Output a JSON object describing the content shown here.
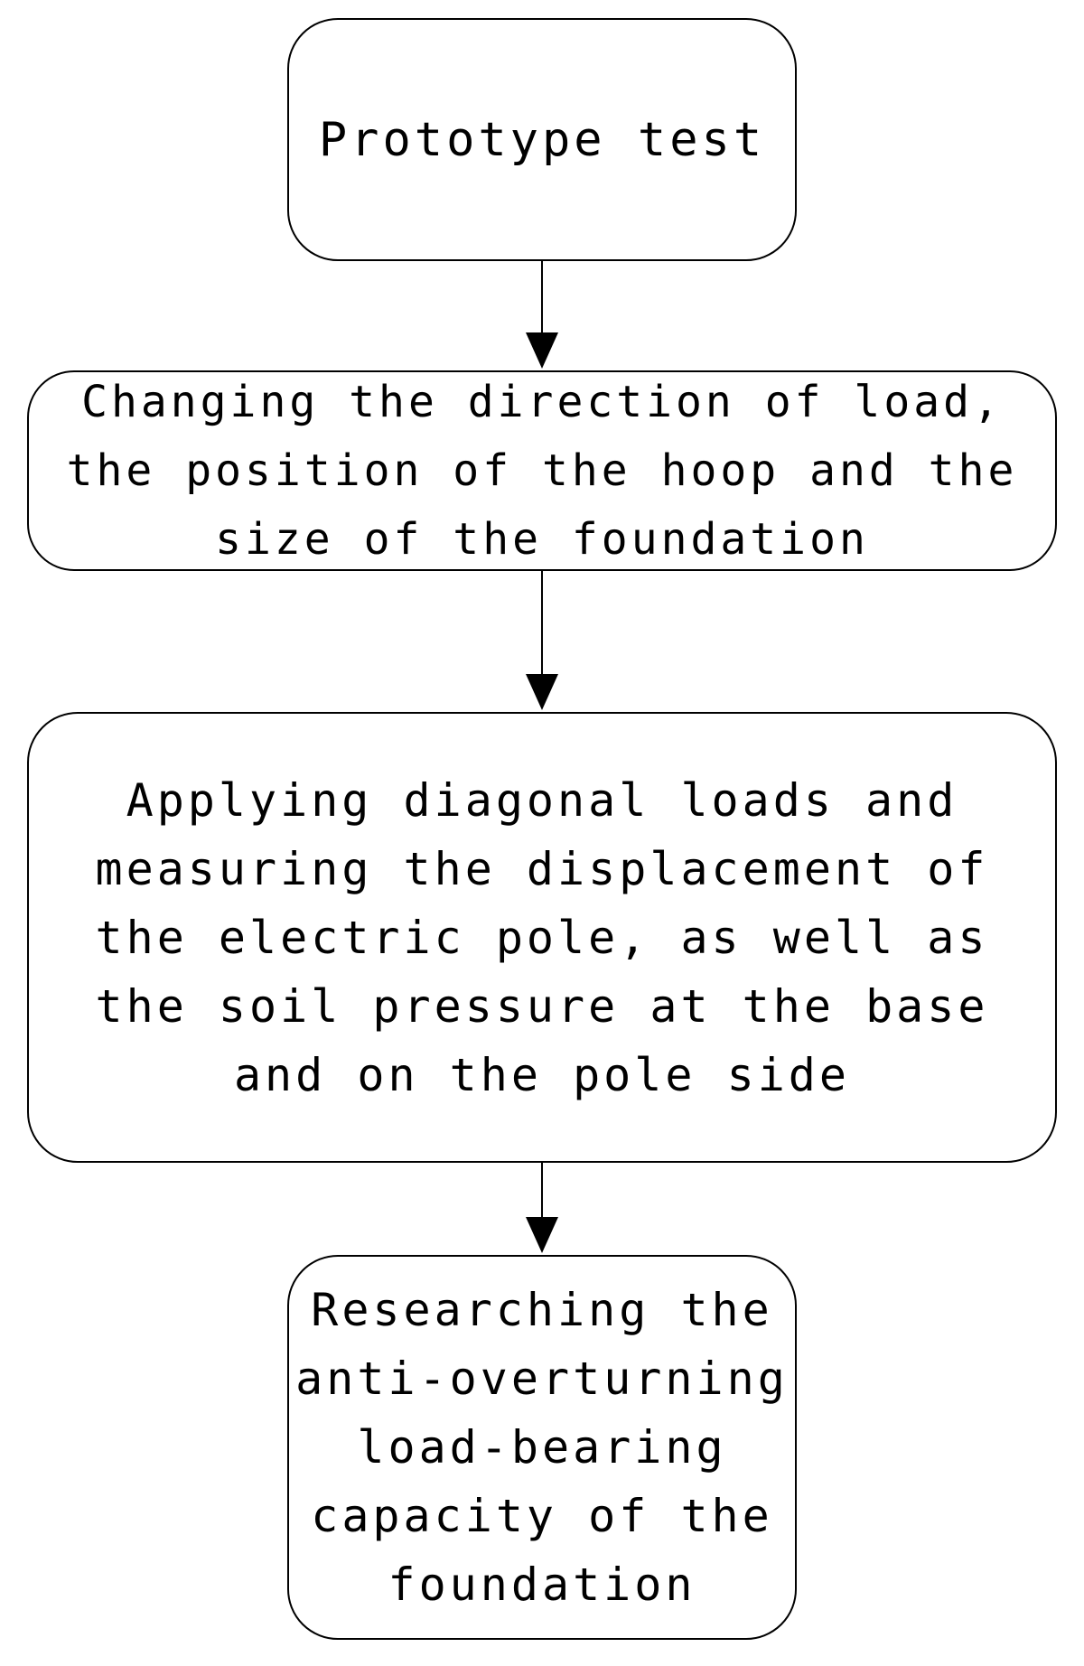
{
  "nodes": [
    {
      "id": "prototype-test",
      "text": "Prototype test"
    },
    {
      "id": "changing-conditions",
      "text": "Changing the direction of load,\nthe position of the hoop and the\nsize of the foundation"
    },
    {
      "id": "applying-loads",
      "text": "Applying diagonal loads and\nmeasuring the displacement of\nthe electric pole, as well as\nthe soil pressure at the base\nand on the pole side"
    },
    {
      "id": "researching-capacity",
      "text": "Researching the\nanti-overturning\nload-bearing\ncapacity of the\nfoundation"
    }
  ],
  "edges": [
    {
      "from": "prototype-test",
      "to": "changing-conditions"
    },
    {
      "from": "changing-conditions",
      "to": "applying-loads"
    },
    {
      "from": "applying-loads",
      "to": "researching-capacity"
    }
  ]
}
